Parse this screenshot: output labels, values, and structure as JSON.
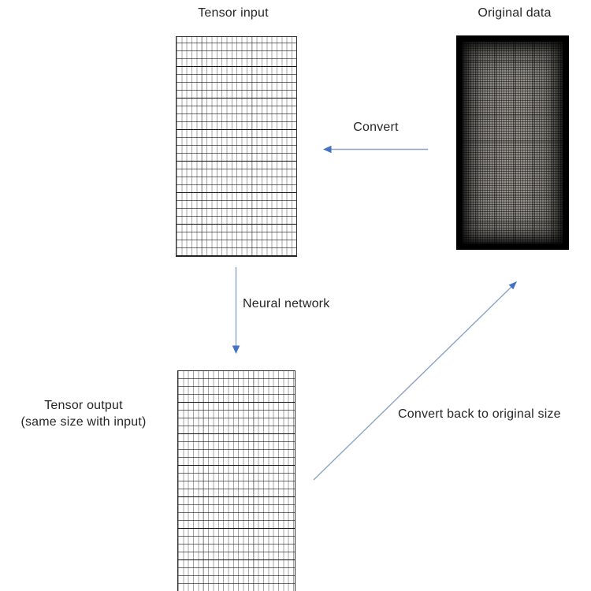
{
  "nodes": {
    "tensor_input": {
      "label": "Tensor input"
    },
    "original_data": {
      "label": "Original data"
    },
    "tensor_output": {
      "label_line1": "Tensor output",
      "label_line2": "(same size with input)"
    }
  },
  "arrows": {
    "convert": {
      "label": "Convert",
      "direction": "left"
    },
    "neural_network": {
      "label": "Neural network",
      "direction": "down"
    },
    "convert_back": {
      "label": "Convert back to original size",
      "direction": "up-right"
    }
  },
  "grids": {
    "tensor_input": {
      "columns": 24,
      "rows": 28
    },
    "tensor_output": {
      "columns": 24,
      "rows": 28
    }
  },
  "colors": {
    "background": "#ffffff",
    "text": "#262626",
    "arrow_shaft": "#8ba3c7",
    "arrow_head": "#4472c4",
    "grid_line": "#3f3f3f"
  }
}
